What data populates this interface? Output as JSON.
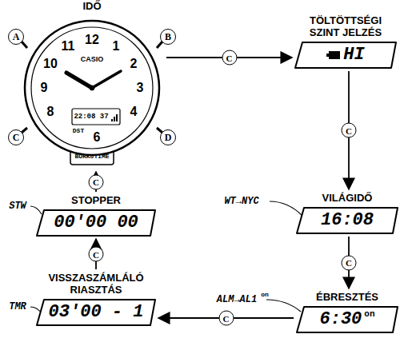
{
  "diagram": {
    "nodes": [
      {
        "text": [
          "IDŐ"
        ]
      },
      {
        "text": [
          "TÖLTÖTTSÉGI SZINT JELZÉS",
          "HI"
        ]
      },
      {
        "text": [
          "VILÁGIDŐ",
          "16:08"
        ]
      },
      {
        "text": [
          "ÉBRESZTÉS",
          "6:30",
          "on"
        ]
      },
      {
        "text": [
          "VISSZASZÁMLÁLÓ RIASZTÁS",
          "03'00 - 1"
        ]
      },
      {
        "text": [
          "STOPPER",
          "00'00 00"
        ]
      }
    ],
    "edges": [
      {
        "from": 0,
        "to": 1,
        "label": "C",
        "arrow": "to"
      },
      {
        "from": 1,
        "to": 2,
        "label": "C",
        "arrow": "to"
      },
      {
        "from": 2,
        "to": 3,
        "label": "C",
        "arrow": "to"
      },
      {
        "from": 3,
        "to": 4,
        "label": "C",
        "arrow": "to"
      },
      {
        "from": 4,
        "to": 5,
        "label": "C",
        "arrow": "to"
      },
      {
        "from": 5,
        "to": 0,
        "label": "C",
        "arrow": "to"
      }
    ],
    "labels": [
      "A",
      "B",
      "C",
      "D",
      "12",
      "1",
      "2",
      "3",
      "4",
      "6",
      "8",
      "9",
      "10",
      "11",
      "CASIO",
      "22:08 37",
      "DST",
      "BORKUTIME",
      "WT→NYC",
      "ALM→AL1",
      "on",
      "TMR",
      "STW"
    ]
  }
}
